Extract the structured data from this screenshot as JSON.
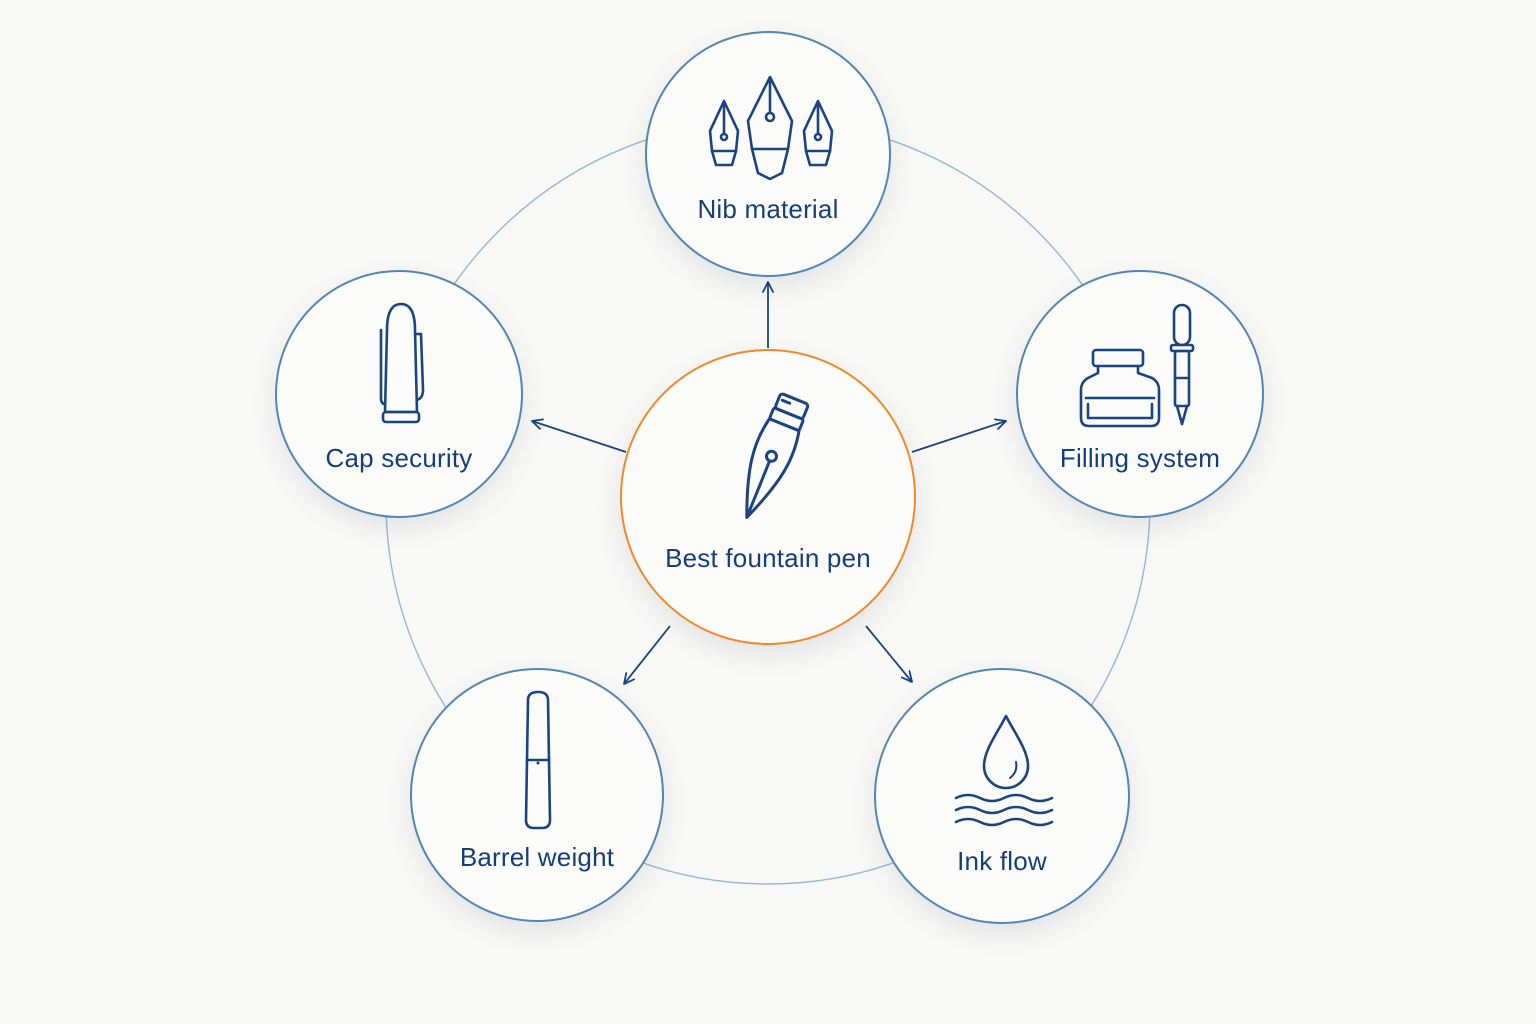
{
  "center": {
    "label": "Best fountain pen",
    "icon": "fountain-pen-nib-icon"
  },
  "factors": [
    {
      "id": "nib-material",
      "label": "Nib material",
      "icon": "nib-trio-icon"
    },
    {
      "id": "filling-system",
      "label": "Filling system",
      "icon": "ink-bottle-dropper-icon"
    },
    {
      "id": "ink-flow",
      "label": "Ink flow",
      "icon": "ink-drop-waves-icon"
    },
    {
      "id": "barrel-weight",
      "label": "Barrel weight",
      "icon": "pen-barrel-icon"
    },
    {
      "id": "cap-security",
      "label": "Cap security",
      "icon": "pen-cap-icon"
    }
  ],
  "colors": {
    "background": "#f8f8f6",
    "node_border": "#5585b5",
    "center_border": "#ef8a2c",
    "text": "#163f7a",
    "icon": "#1b4480",
    "ring": "#9bb6d3"
  }
}
